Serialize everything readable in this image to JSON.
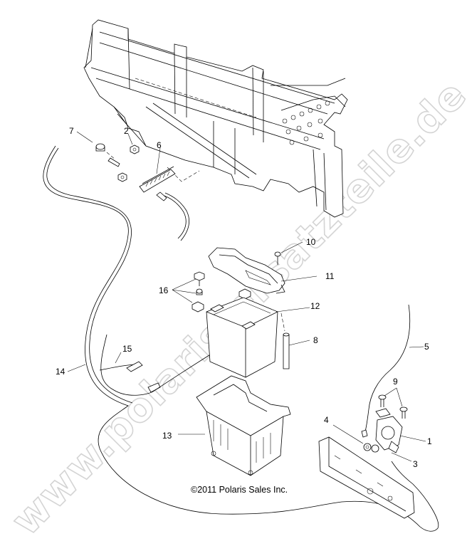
{
  "watermark": {
    "text": "www.polaris-ersatzteile.de"
  },
  "copyright": "©2011 Polaris Sales Inc.",
  "callouts": {
    "c1": "1",
    "c2": "2",
    "c3": "3",
    "c4": "4",
    "c5": "5",
    "c6": "6",
    "c7": "7",
    "c8": "8",
    "c9": "9",
    "c10": "10",
    "c11": "11",
    "c12": "12",
    "c13": "13",
    "c14": "14",
    "c15": "15",
    "c16": "16"
  }
}
